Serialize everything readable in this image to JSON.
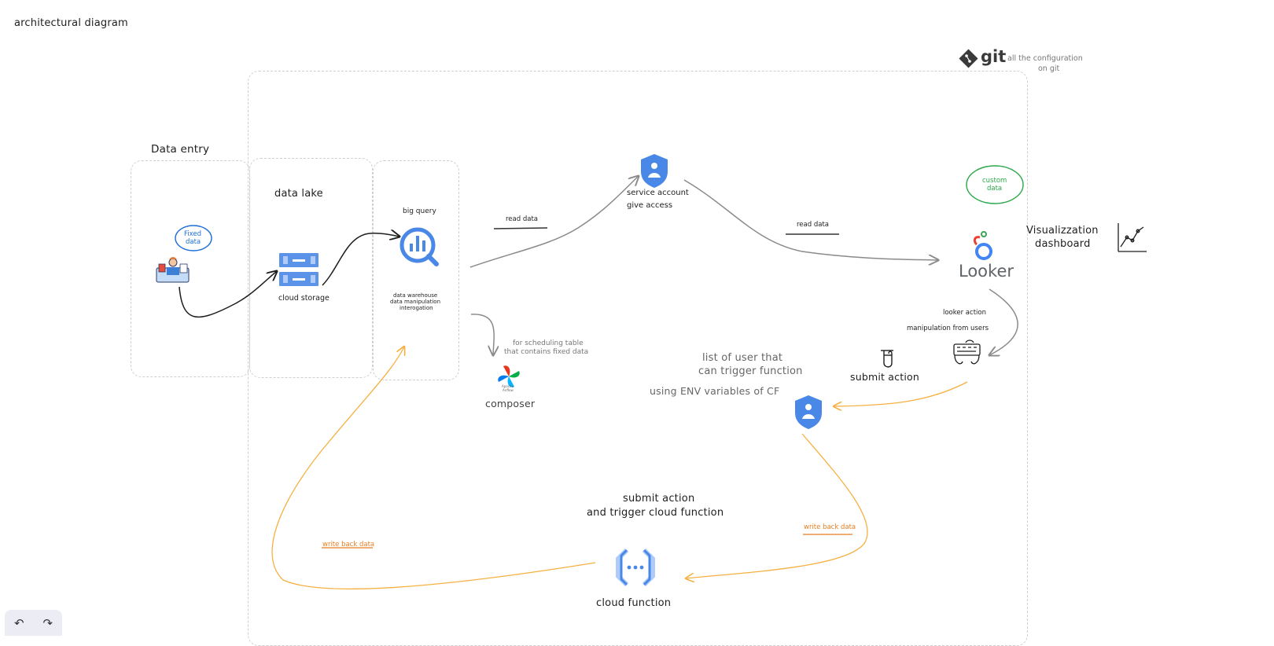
{
  "page_title": "architectural diagram",
  "git": {
    "logo_text": "git",
    "note_line1": "all the configuration",
    "note_line2": "on git"
  },
  "sections": {
    "data_entry": "Data entry",
    "data_lake": "data lake",
    "big_query": "big query"
  },
  "nodes": {
    "fixed_data": [
      "Fixed",
      "data"
    ],
    "custom_data": [
      "custom",
      "data"
    ],
    "cloud_storage": "cloud storage",
    "data_warehouse": [
      "data warehouse",
      "data manipulation",
      "interogation"
    ],
    "service_account": [
      "service account",
      "give access"
    ],
    "looker_logo": "Looker",
    "visualization": [
      "Visualizzation",
      "dashboard"
    ],
    "looker_action": "looker action",
    "manipulation_users": "manipulation from users",
    "submit_action": "submit action",
    "list_of_users": [
      "list of user that",
      "can trigger function"
    ],
    "env_variables": "using ENV variables of CF",
    "composer": "composer",
    "airflow_caption": [
      "Apache",
      "Airflow"
    ],
    "scheduling": [
      "for scheduling table",
      "that contains fixed data"
    ],
    "submit_trigger": [
      "submit action",
      "and trigger cloud function"
    ],
    "cloud_function": "cloud function"
  },
  "edges": {
    "read_data_1": "read data",
    "read_data_2": "read data",
    "write_back_1": "write back data",
    "write_back_2": "write back data"
  },
  "controls": {
    "undo": "↶",
    "redo": "↷"
  },
  "colors": {
    "gcp_blue": "#4a88e8",
    "looker_blue": "#4285f4",
    "orange_arrow": "#f5b041",
    "write_back_orange": "#e67e22",
    "custom_green": "#2aa84a",
    "fixed_blue": "#1e6fd9",
    "gray_arrow": "#8a8a8a"
  }
}
